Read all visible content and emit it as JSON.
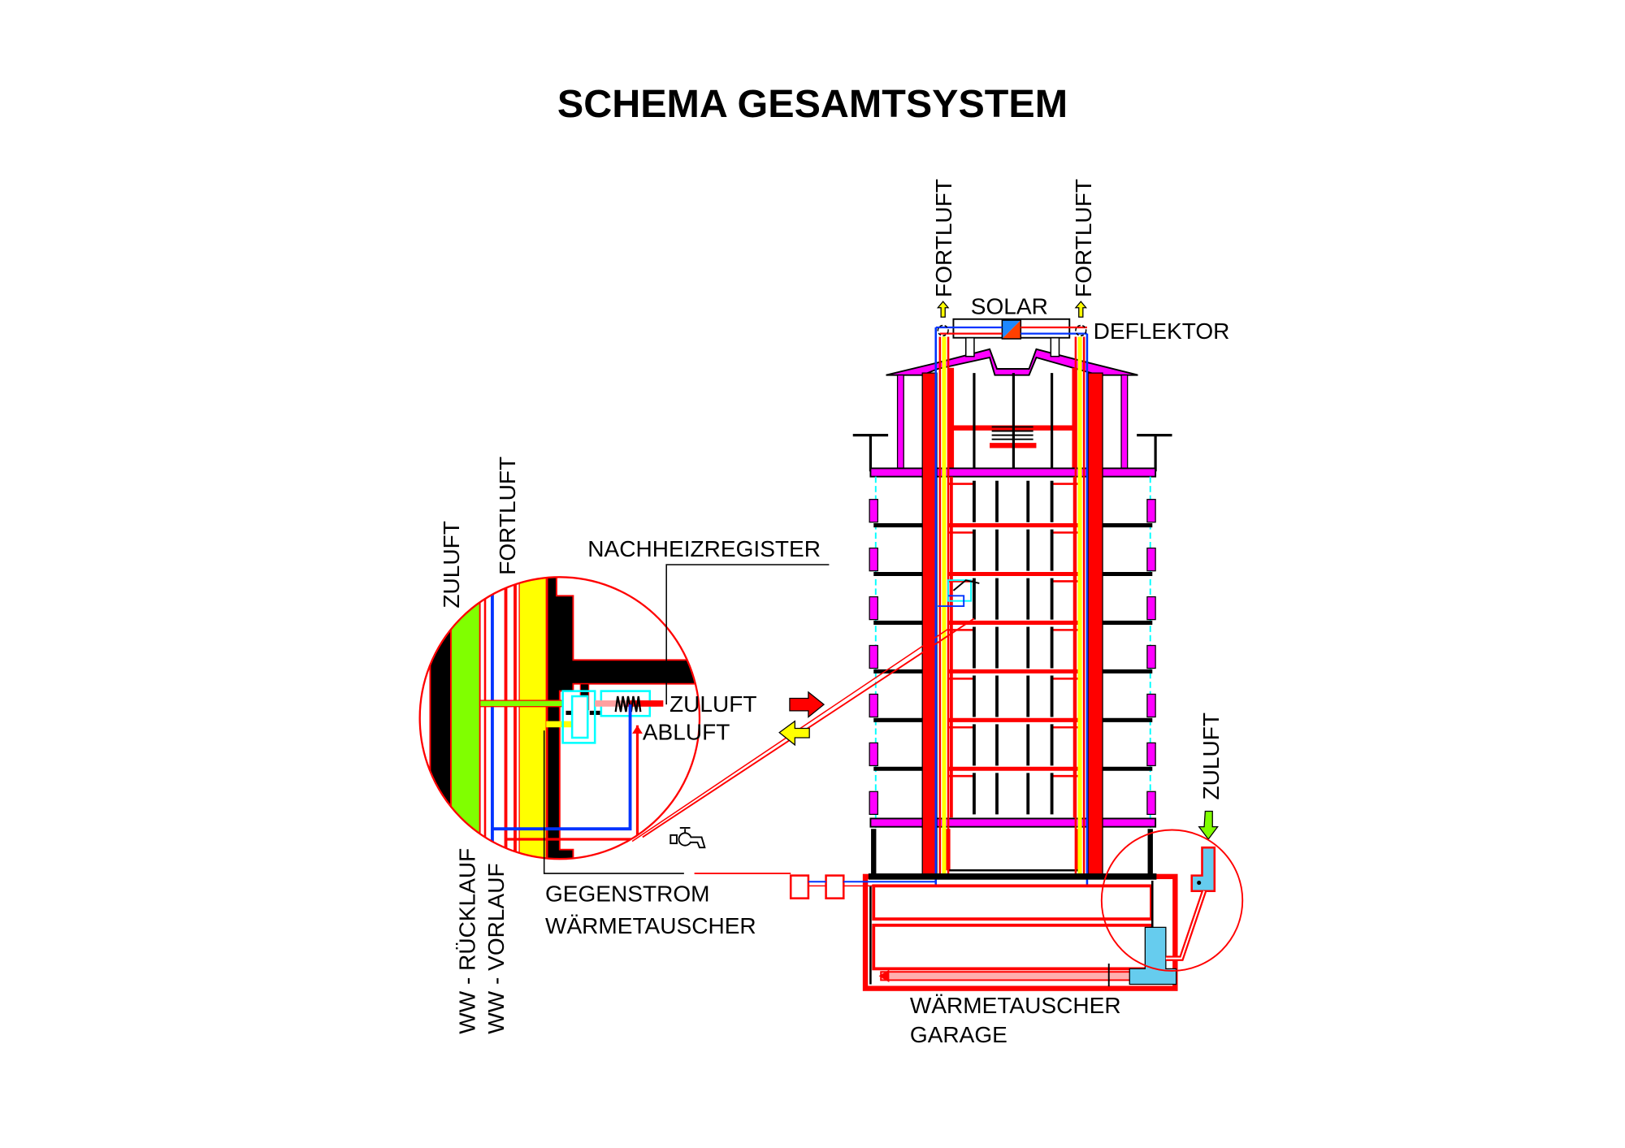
{
  "title": "SCHEMA GESAMTSYSTEM",
  "labels": {
    "fortluft_left": "FORTLUFT",
    "fortluft_right": "FORTLUFT",
    "solar": "SOLAR",
    "deflektor": "DEFLEKTOR",
    "nachheizregister": "NACHHEIZREGISTER",
    "detail_zuluft": "ZULUFT",
    "detail_abluft": "ABLUFT",
    "gegenstrom_line1": "GEGENSTROM",
    "gegenstrom_line2": "WÄRMETAUSCHER",
    "garage_line1": "WÄRMETAUSCHER",
    "garage_line2": "GARAGE",
    "zuluft_intake": "ZULUFT",
    "detail_zuluft_vertical": "ZULUFT",
    "detail_fortluft_vertical": "FORTLUFT",
    "ww_ruecklauf": "WW - RÜCKLAUF",
    "ww_vorlauf": "WW - VORLAUF"
  },
  "colors": {
    "red": "#ff0000",
    "black": "#000000",
    "magenta": "#ff00ff",
    "yellow": "#ffff00",
    "green": "#80ff00",
    "blue": "#0033ff",
    "cyan": "#00ffff",
    "orange": "#ff4000",
    "lightblue": "#66ccee"
  }
}
